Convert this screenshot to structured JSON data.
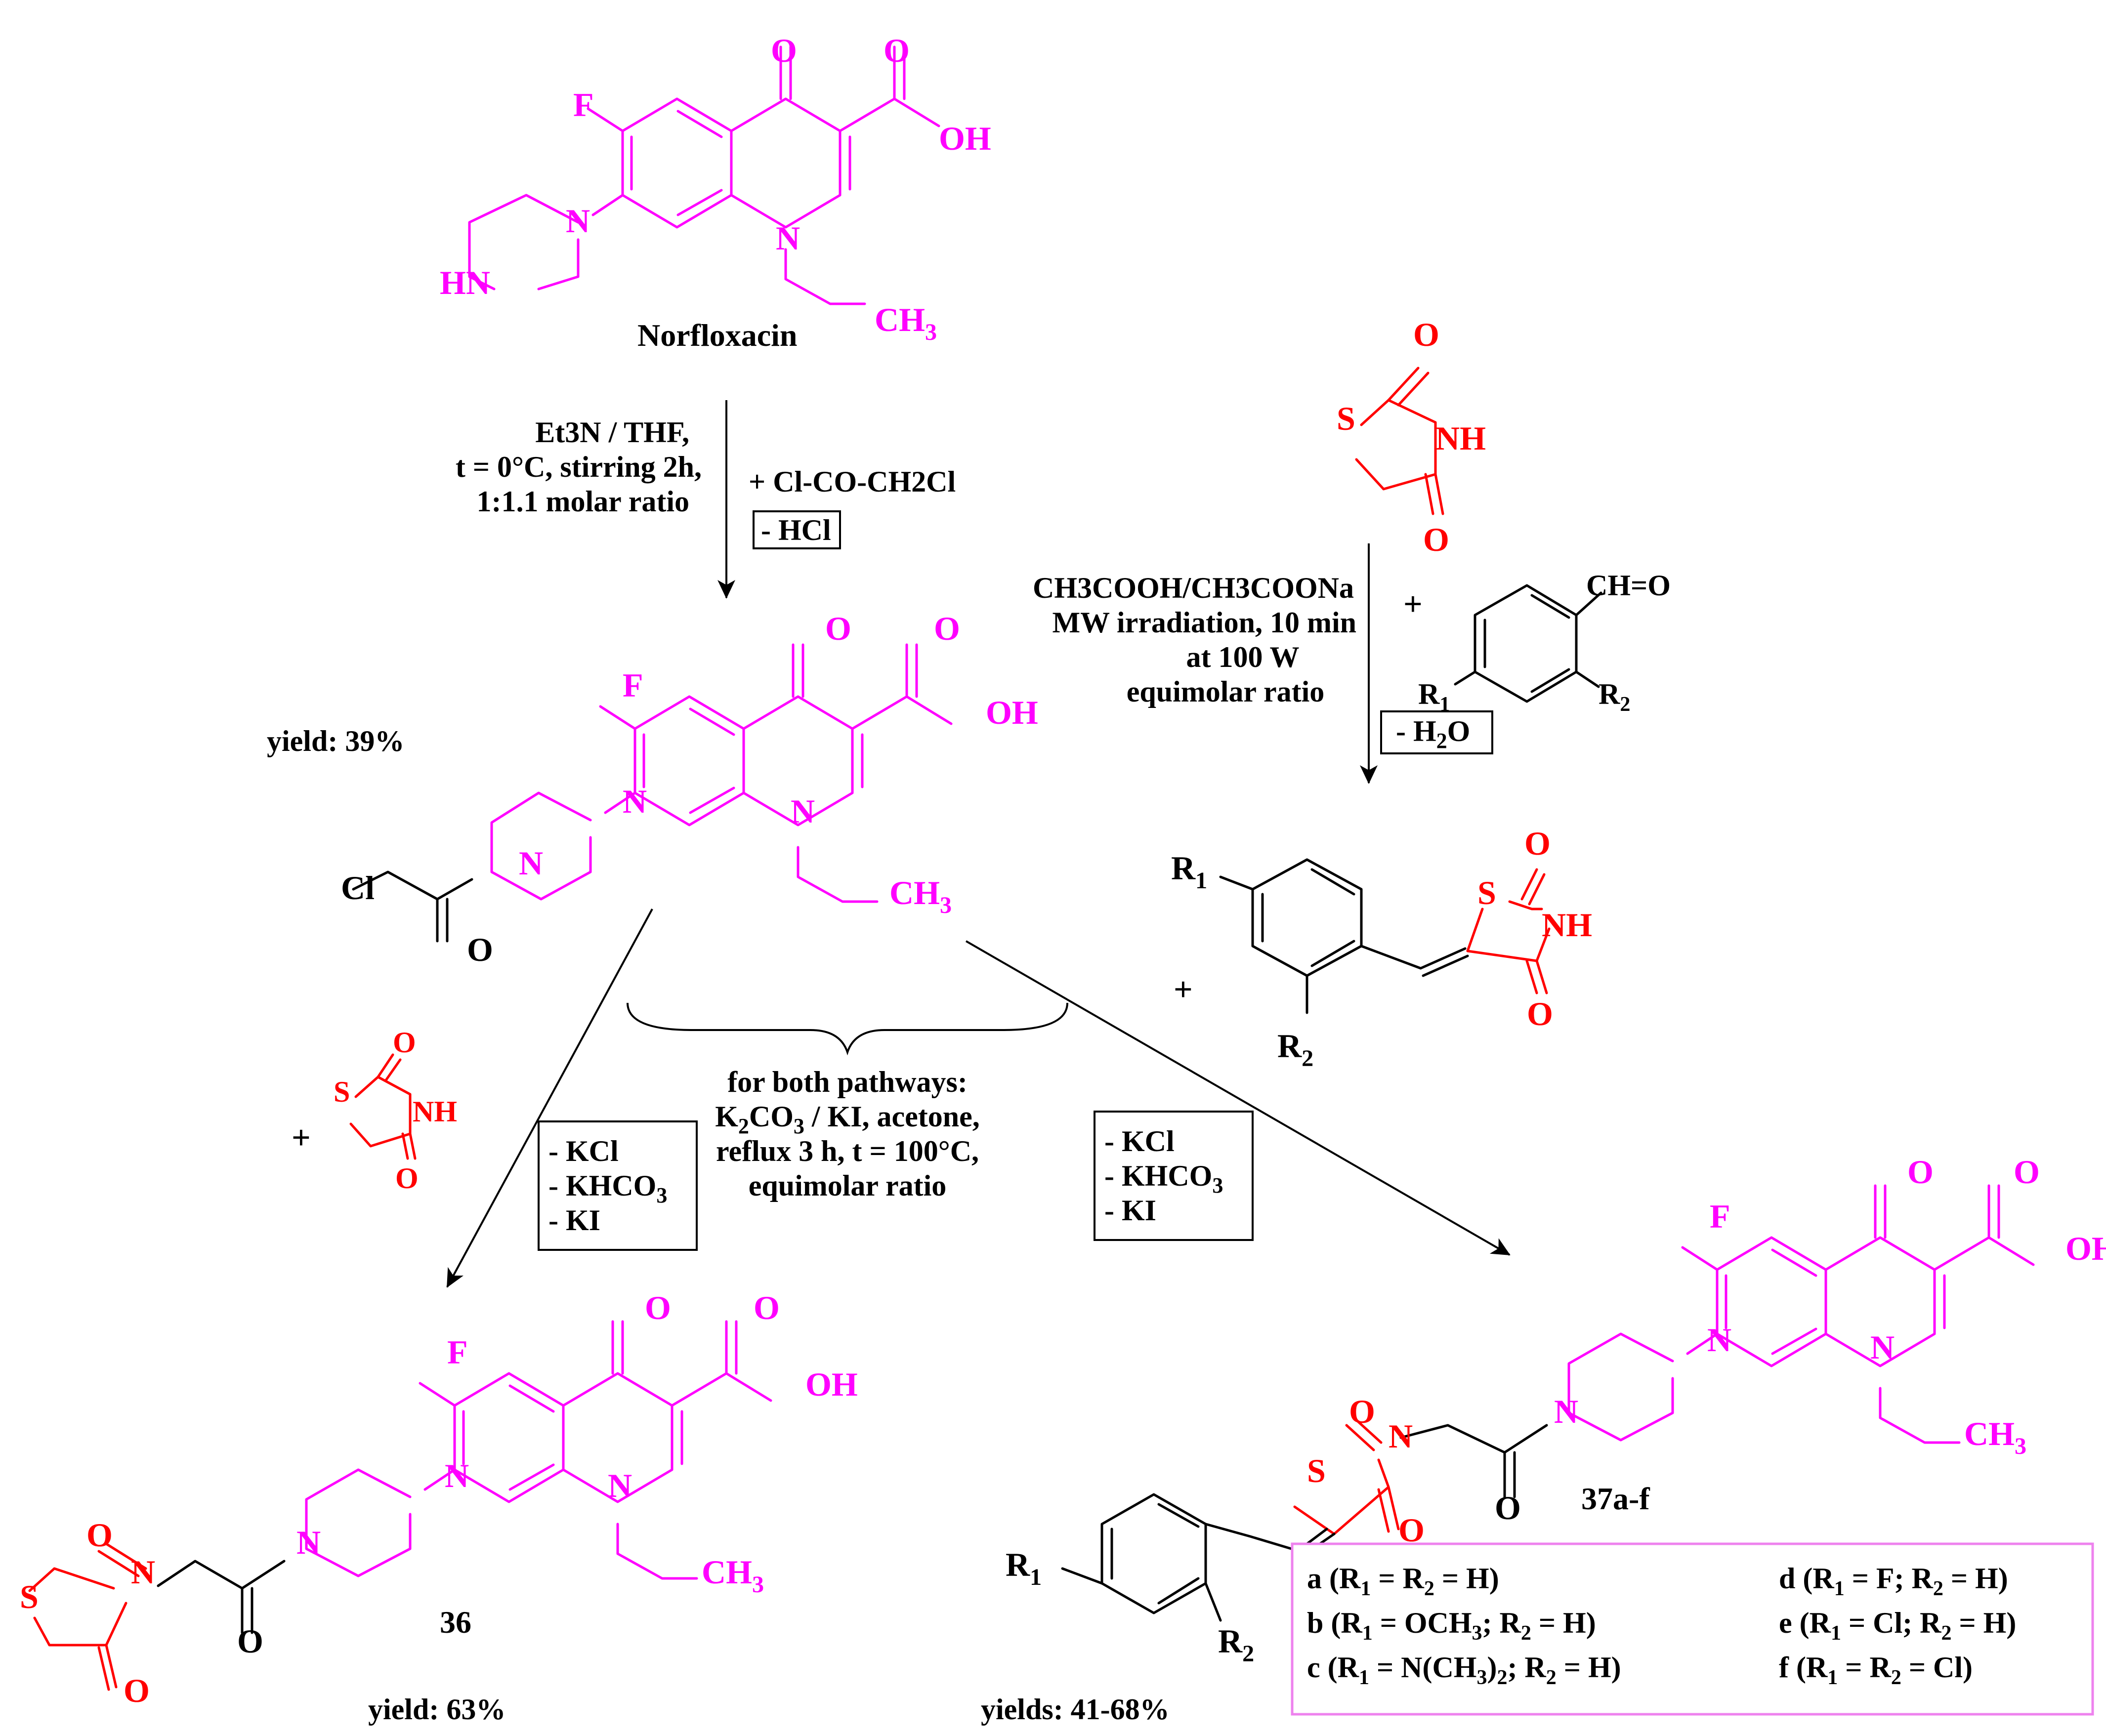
{
  "compounds": {
    "norfloxacin": {
      "label": "Norfloxacin"
    },
    "chloroacetyl": {
      "yield": "yield: 39%"
    },
    "tzd": {
      "S": "S",
      "NH": "NH",
      "O": "O"
    },
    "aldehyde": {
      "cho": "CH=O",
      "r1": "R",
      "r1_sub": "1",
      "r2": "R",
      "r2_sub": "2"
    },
    "benzylidene": {
      "S": "S",
      "NH": "NH",
      "O": "O"
    },
    "p36": {
      "label": "36",
      "yield": "yield: 63%"
    },
    "p37": {
      "label": "37a-f",
      "yield": "yields: 41-68%"
    }
  },
  "atoms": {
    "F": "F",
    "O": "O",
    "OH": "OH",
    "N": "N",
    "HN": "HN",
    "CH3": "CH",
    "CH3_sub": "3",
    "Cl": "Cl",
    "S": "S",
    "NH": "NH"
  },
  "step1": {
    "line1": "Et3N / THF,",
    "line2": "t = 0°C, stirring 2h,",
    "line3": "1:1.1 molar ratio",
    "reagent": "+ Cl-CO-CH2Cl",
    "byproduct": "- HCl"
  },
  "step2": {
    "line1": "CH3COOH/CH3COONa",
    "line2": "MW irradiation, 10 min",
    "line3": "at 100 W",
    "line4": "equimolar ratio",
    "plus": "+",
    "byproduct": "- H2O"
  },
  "step3": {
    "line1": "for both pathways:",
    "line2": "K2CO3 / KI, acetone,",
    "line3": "reflux 3 h, t = 100°C,",
    "line4": "equimolar ratio",
    "plus": "+",
    "byproducts": [
      "- KCl",
      "- KHCO3",
      "- KI"
    ]
  },
  "substituents": [
    {
      "letter": "a",
      "text": "(R1 = R2 = H)"
    },
    {
      "letter": "b",
      "text": "(R1 = OCH3; R2 = H)"
    },
    {
      "letter": "c",
      "text": "(R1 = N(CH3)2; R2 = H)"
    },
    {
      "letter": "d",
      "text": "(R1 = F; R2 = H)"
    },
    {
      "letter": "e",
      "text": "(R1 = Cl; R2 = H)"
    },
    {
      "letter": "f",
      "text": "(R1 = R2 = Cl)"
    }
  ],
  "colors": {
    "norfloxacin_core": "#ff00ff",
    "thiazolidinedione": "#ff0000",
    "linker": "#000000",
    "table_border": "#ee82ee"
  }
}
